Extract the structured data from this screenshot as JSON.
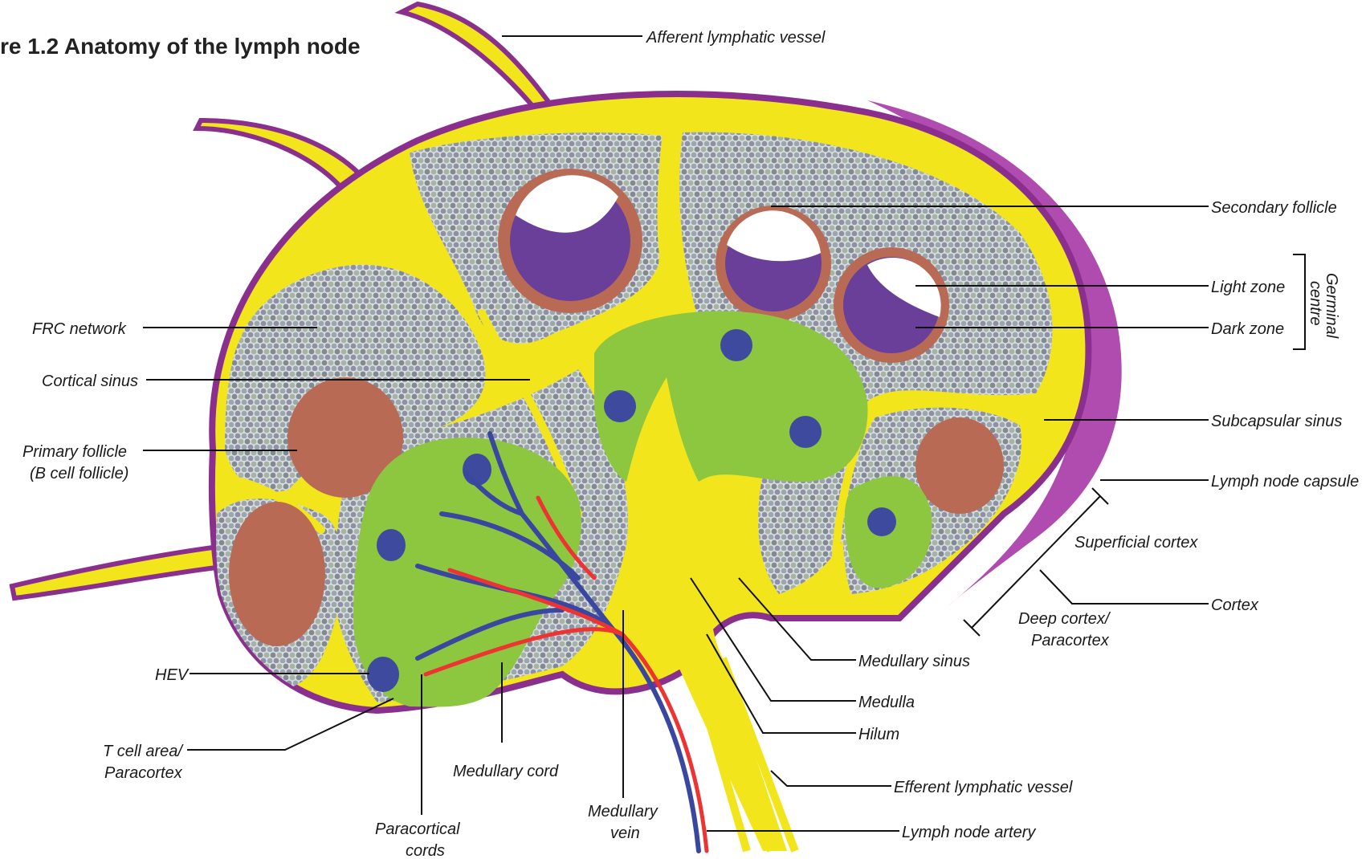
{
  "figure": {
    "title": "re 1.2 Anatomy of the lymph node"
  },
  "colors": {
    "sinus_yellow": "#f2e51c",
    "capsule_purple": "#8b2f8f",
    "capsule_shadow": "#b04bb0",
    "follicle_brown": "#b86a55",
    "dark_zone": "#6a3f99",
    "t_cell_green": "#8dc63f",
    "hev_blue": "#3d4a9e",
    "vein_blue": "#3947a0",
    "artery_red": "#ee3333"
  },
  "labels": {
    "afferent": "Afferent lymphatic vessel",
    "secondary_follicle": "Secondary follicle",
    "light_zone": "Light zone",
    "dark_zone": "Dark zone",
    "germinal_line1": "Germinal",
    "germinal_line2": "centre",
    "subcapsular_sinus": "Subcapsular sinus",
    "capsule": "Lymph node capsule",
    "superficial_cortex": "Superficial cortex",
    "cortex": "Cortex",
    "deep_cortex_line1": "Deep cortex/",
    "deep_cortex_line2": "Paracortex",
    "frc": "FRC network",
    "cortical_sinus": "Cortical sinus",
    "primary_follicle_line1": "Primary follicle",
    "primary_follicle_line2": "(B cell follicle)",
    "hev": "HEV",
    "tcell_line1": "T cell area/",
    "tcell_line2": "Paracortex",
    "medullary_cord": "Medullary cord",
    "paracortical_line1": "Paracortical",
    "paracortical_line2": "cords",
    "medullary_vein_line1": "Medullary",
    "medullary_vein_line2": "vein",
    "medullary_sinus": "Medullary sinus",
    "medulla": "Medulla",
    "hilum": "Hilum",
    "efferent": "Efferent lymphatic vessel",
    "artery": "Lymph node artery"
  }
}
